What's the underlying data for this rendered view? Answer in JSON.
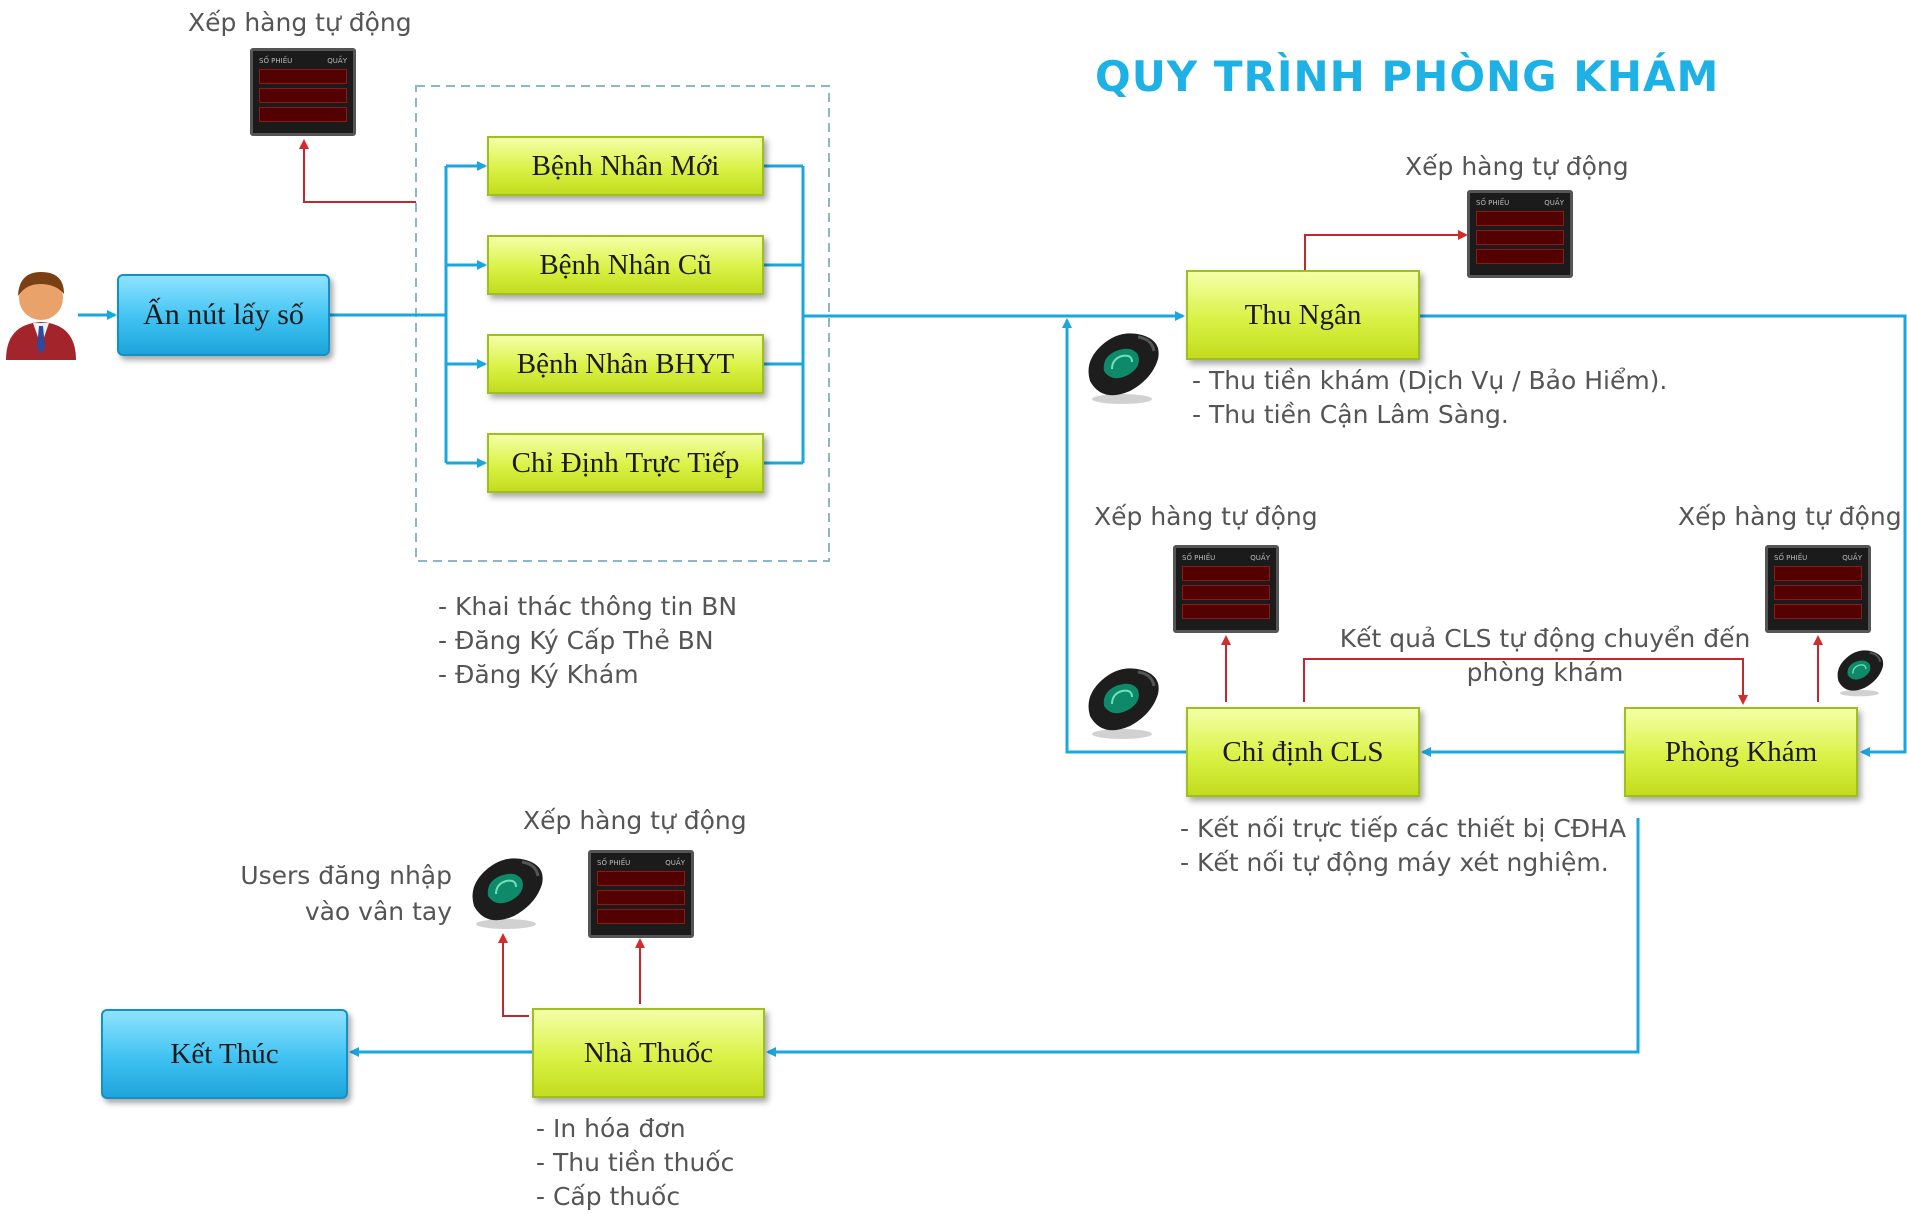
{
  "title": "QUY TRÌNH PHÒNG KHÁM",
  "nodes": {
    "get_number": "Ấn nút lấy số",
    "new_patient": "Bệnh Nhân Mới",
    "old_patient": "Bệnh Nhân Cũ",
    "bhyt_patient": "Bệnh Nhân BHYT",
    "direct_order": "Chỉ Định Trực Tiếp",
    "cashier": "Thu Ngân",
    "cls_order": "Chỉ định CLS",
    "clinic": "Phòng Khám",
    "pharmacy": "Nhà Thuốc",
    "end": "Kết Thúc"
  },
  "queue_label": "Xếp hàng tự động",
  "queue_display": {
    "left": "SỐ PHIẾU",
    "right": "QUẦY"
  },
  "cls_result_label": [
    "Kết quả CLS tự động chuyển đến",
    "phòng khám"
  ],
  "fingerprint_label": [
    "Users đăng nhập",
    "vào vân tay"
  ],
  "notes": {
    "registration": [
      "Khai thác thông tin BN",
      "Đăng Ký Cấp Thẻ BN",
      "Đăng Ký Khám"
    ],
    "cashier": [
      "Thu tiền khám (Dịch Vụ / Bảo Hiểm).",
      "Thu tiền Cận Lâm Sàng."
    ],
    "cls": [
      "Kết nối trực tiếp các thiết bị CĐHA",
      "Kết nối tự động máy xét nghiệm."
    ],
    "pharmacy": [
      "In hóa đơn",
      "Thu tiền thuốc",
      "Cấp thuốc"
    ]
  },
  "colors": {
    "flow": "#1aa7dd",
    "queue_link": "#c0282d",
    "title": "#1db1e6"
  }
}
